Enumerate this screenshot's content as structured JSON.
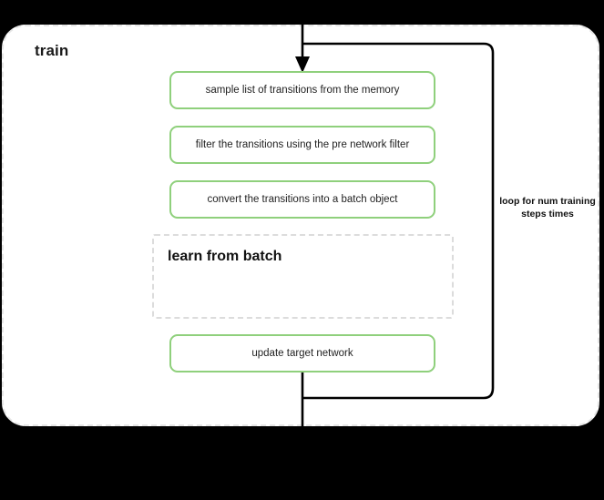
{
  "diagram": {
    "type": "flowchart",
    "title": "train",
    "background_color": "#000000",
    "surface_color": "#ffffff",
    "accent_color": "#8fd07c",
    "dashed_border_color": "#e6e6e6",
    "connector_color": "#000000"
  },
  "container": {
    "label": "train",
    "border_style": "dashed-rounded"
  },
  "steps": [
    {
      "id": "sample-transitions",
      "label": "sample list of transitions from the memory",
      "style": "green-rounded"
    },
    {
      "id": "filter-transitions",
      "label": "filter the transitions using the pre network filter",
      "style": "green-rounded"
    },
    {
      "id": "convert-batch",
      "label": "convert the transitions into a batch object",
      "style": "green-rounded"
    },
    {
      "id": "update-target-network",
      "label": "update target network",
      "style": "green-rounded"
    }
  ],
  "subblock": {
    "id": "learn-from-batch",
    "title": "learn from batch",
    "style": "dashed-rectangle"
  },
  "loop": {
    "caption": "loop for num training steps times",
    "direction": "back-edge-to-top"
  },
  "connectors": {
    "entry_arrow": "arrow-down-into-sample-transitions",
    "exit_line": "line-down-out-of-update-target-network",
    "loop_back": "loop-right-edge"
  }
}
